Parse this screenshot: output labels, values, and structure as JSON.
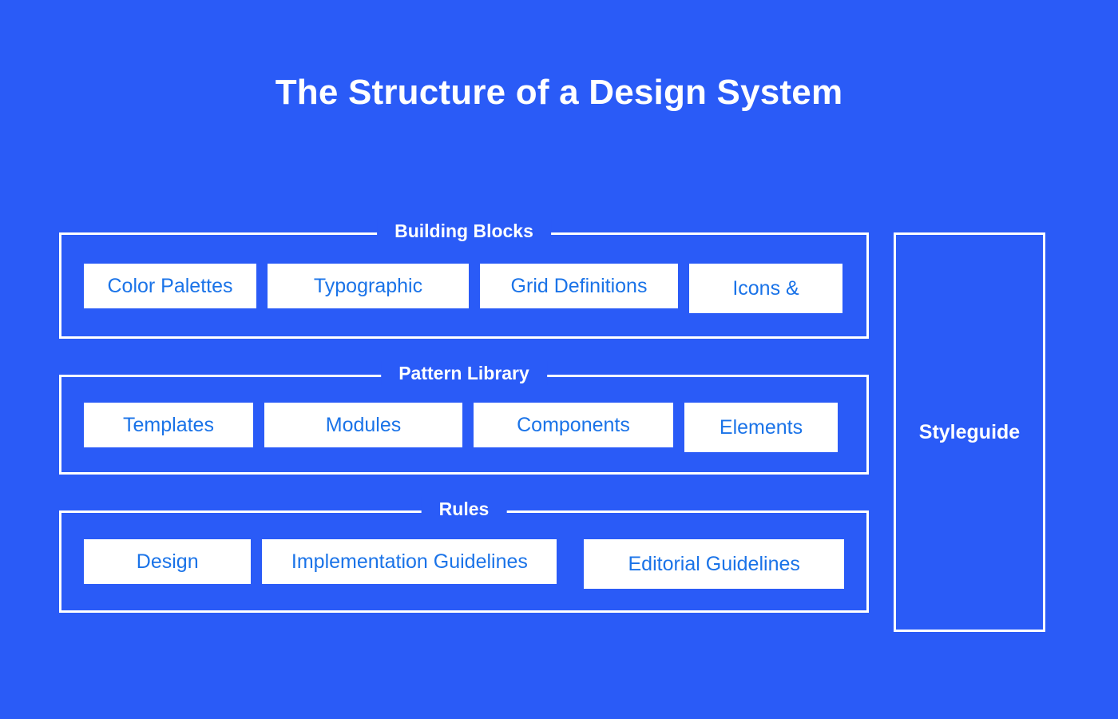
{
  "theme": {
    "background": "#2a5bf7",
    "stroke": "#ffffff",
    "chip_background": "#ffffff",
    "chip_text": "#1a73e8",
    "heading_text": "#ffffff"
  },
  "title": "The Structure of a Design System",
  "groups": [
    {
      "legend": "Building Blocks",
      "items": [
        {
          "label": "Color Palettes"
        },
        {
          "label": "Typographic"
        },
        {
          "label": "Grid Definitions"
        },
        {
          "label": "Icons &"
        }
      ]
    },
    {
      "legend": "Pattern Library",
      "items": [
        {
          "label": "Templates"
        },
        {
          "label": "Modules"
        },
        {
          "label": "Components"
        },
        {
          "label": "Elements"
        }
      ]
    },
    {
      "legend": "Rules",
      "items": [
        {
          "label": "Design"
        },
        {
          "label": "Implementation Guidelines"
        },
        {
          "label": "Editorial Guidelines"
        }
      ]
    }
  ],
  "styleguide": {
    "label": "Styleguide"
  }
}
